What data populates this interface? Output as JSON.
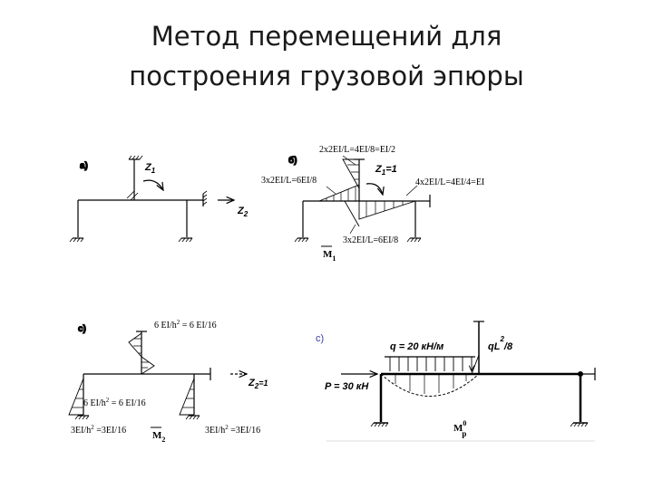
{
  "title": {
    "line1": "Метод перемещений для",
    "line2": "построения грузовой эпюры"
  },
  "panel_a": {
    "tag": "а)",
    "z1": "Z",
    "z1_sub": "1",
    "z2": "Z",
    "z2_sub": "2"
  },
  "panel_b": {
    "tag": "б)",
    "top_label": "2x2EI/L=4EI/8=EI/2",
    "z1": "Z",
    "z1_sub": "1",
    "z1_eq": "=1",
    "left_label": "3x2EI/L=6EI/8",
    "right_label": "4x2EI/L=4EI/4=EI",
    "bottom_label": "3x2EI/L=6EI/8",
    "m": "M",
    "m_sub": "1"
  },
  "panel_c": {
    "tag": "с)",
    "top_label_a": "6 EI/h",
    "top_label_sup": "2",
    "top_label_b": " = 6 EI/16",
    "mid_label_a": "6 EI/h",
    "mid_label_sup": "2",
    "mid_label_b": " = 6 EI/16",
    "left_label_a": "3EI/h",
    "left_label_sup": "2",
    "left_label_b": " =3EI/16",
    "right_label": "3EI/h",
    "right_label_sup": "2",
    "right_label_b": " =3EI/16",
    "z2": "Z",
    "z2_sub": "2",
    "z2_eq": "=1",
    "m": "M",
    "m_sub": "2"
  },
  "panel_d": {
    "tag": "с)",
    "q_label": "q = 20 кН/м",
    "ql_label": "qL",
    "ql_sup": "2",
    "ql_rest": "/8",
    "p_label": "P = 30 кН",
    "m": "M",
    "m_sup": "0",
    "m_sub": "p"
  }
}
